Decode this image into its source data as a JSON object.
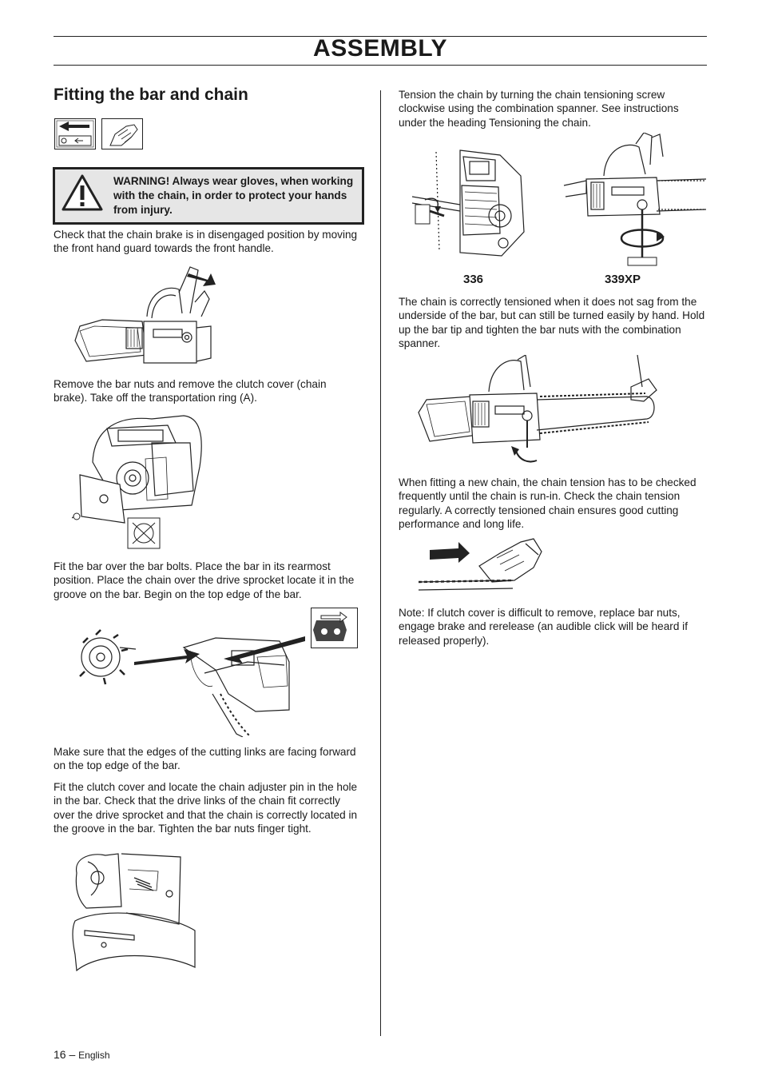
{
  "header": {
    "title": "ASSEMBLY"
  },
  "section": {
    "title": "Fitting the bar and chain"
  },
  "warning": {
    "text": "WARNING! Always wear gloves, when working with the chain, in order to protect your hands from injury."
  },
  "left": {
    "p1": "Check that the chain brake is in disengaged position by moving the front hand guard towards the front handle.",
    "p2": "Remove the bar nuts and remove the clutch cover (chain brake). Take off the transportation ring (A).",
    "p3": "Fit the bar over the bar bolts. Place the bar in its rearmost position. Place the chain over the drive sprocket locate it in the groove on the bar. Begin on the top edge of the bar.",
    "p4": "Make sure that the edges of the cutting links are facing forward on the top edge of the bar.",
    "p5": "Fit the clutch cover and locate the chain adjuster pin in the hole in the bar. Check that the drive links of the chain fit correctly over the drive sprocket and that the chain is correctly located in the groove in the bar. Tighten the bar nuts finger tight."
  },
  "right": {
    "p1": "Tension the chain by turning the chain tensioning screw clockwise using the combination spanner. See instructions under the heading Tensioning the chain.",
    "label_336": "336",
    "label_339xp": "339XP",
    "p2": "The chain is correctly tensioned when it does not sag from the underside of the bar, but can still be turned easily by hand. Hold up the bar tip and tighten the bar nuts with the combination spanner.",
    "p3": "When fitting a new chain, the chain tension has to be checked frequently until the chain is run-in. Check the chain tension regularly. A correctly tensioned chain ensures good cutting performance and long life.",
    "p4": "Note: If clutch cover is difficult to remove, replace bar nuts, engage brake and rerelease (an audible click will be heard if released properly)."
  },
  "footer": {
    "page": "16 –",
    "lang": "English"
  }
}
